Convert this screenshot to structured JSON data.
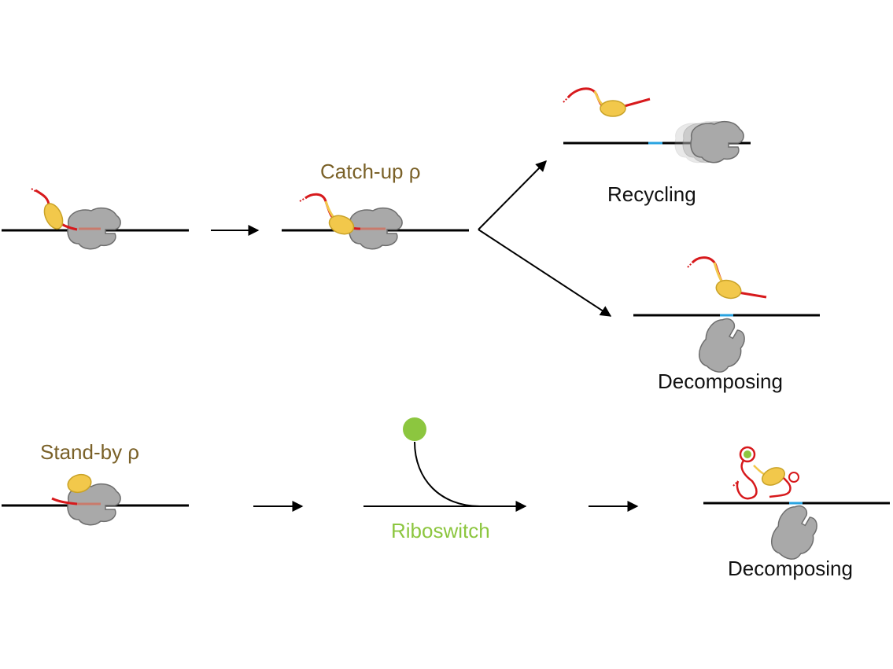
{
  "labels": {
    "catch_up": "Catch-up ρ",
    "recycling": "Recycling",
    "decomposing_top": "Decomposing",
    "stand_by": "Stand-by ρ",
    "riboswitch": "Riboswitch",
    "decomposing_bottom": "Decomposing"
  },
  "colors": {
    "mrna": "#000000",
    "ribosome": "#a9a9a9",
    "ribosome_stroke": "#6e6e6e",
    "rho_body": "#f2c84b",
    "rho_body_stroke": "#c9a227",
    "rho_rna": "#d7191c",
    "rho_label": "#7a6128",
    "riboswitch": "#8cc63f",
    "stop_codon": "#29a3e0"
  }
}
